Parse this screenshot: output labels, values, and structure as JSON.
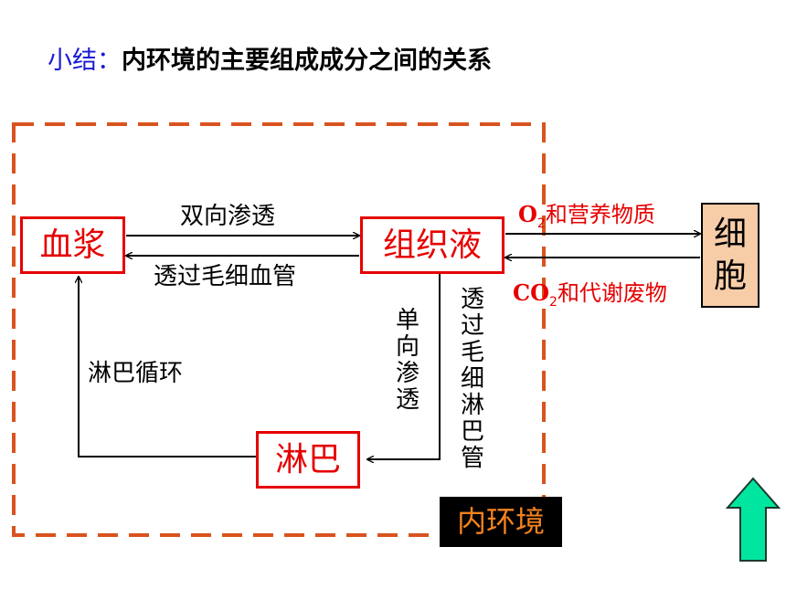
{
  "title": {
    "prefix": "小结：",
    "main": "内环境的主要组成成分之间的关系"
  },
  "nodes": {
    "plasma": "血浆",
    "tissue_fluid": "组织液",
    "lymph": "淋巴",
    "cell": "细胞",
    "internal_env": "内环境"
  },
  "edges": {
    "bidirectional": "双向渗透",
    "through_capillary": "透过毛细血管",
    "lymph_circulation": "淋巴循环",
    "unidirectional": "单向渗透",
    "through_lymph_capillary": "透过毛细淋巴管",
    "o2_symbol": "O",
    "o2_sub": "2",
    "o2_text": "和营养物质",
    "co2_symbol": "CO",
    "co2_sub": "2",
    "co2_text": "和代谢废物"
  },
  "colors": {
    "accent": "#e60000",
    "title_prefix": "#1a1ad6",
    "dashed_border": "#d9531e",
    "up_arrow": "#00e6a0",
    "cell_fill": "#f7cda8"
  },
  "icons": {
    "nav": "up-arrow-icon"
  }
}
